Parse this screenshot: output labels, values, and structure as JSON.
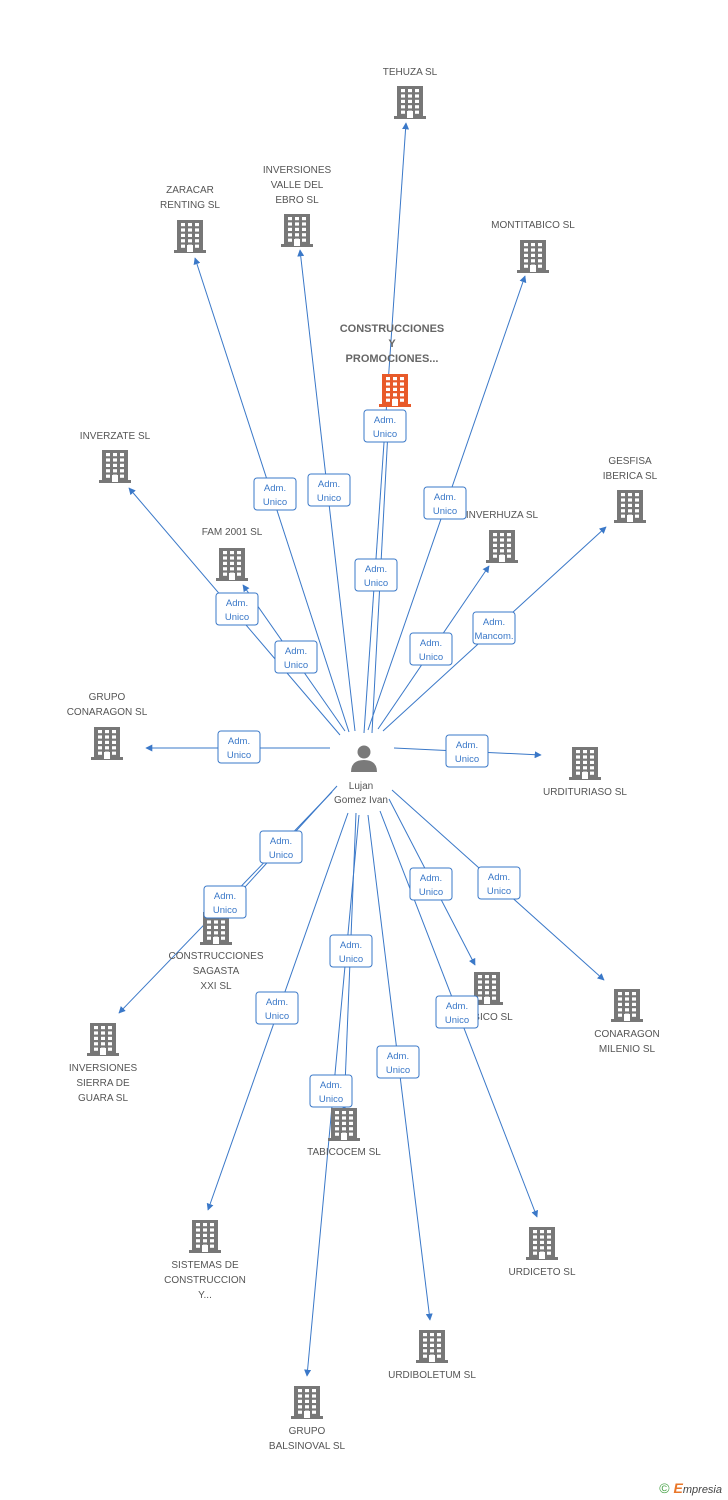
{
  "colors": {
    "edge": "#3a78c8",
    "building": "#777777",
    "focus_building": "#e85a2a",
    "person": "#7a7a7a"
  },
  "center": {
    "name": "Lujan Gomez Ivan",
    "lines": [
      "Lujan",
      "Gomez Ivan"
    ],
    "icon": "person-icon"
  },
  "focus": {
    "lines": [
      "CONSTRUCCIONES",
      "Y",
      "PROMOCIONES..."
    ],
    "role": [
      "Adm.",
      "Unico"
    ]
  },
  "companies": [
    {
      "id": "tehuza",
      "lines": [
        "TEHUZA SL"
      ],
      "role": [
        "Adm.",
        "Unico"
      ]
    },
    {
      "id": "inversiones-valle",
      "lines": [
        "INVERSIONES",
        "VALLE DEL",
        "EBRO SL"
      ],
      "role": [
        "Adm.",
        "Unico"
      ]
    },
    {
      "id": "zaracar",
      "lines": [
        "ZARACAR",
        "RENTING SL"
      ],
      "role": [
        "Adm.",
        "Unico"
      ]
    },
    {
      "id": "montitabico",
      "lines": [
        "MONTITABICO SL"
      ],
      "role": [
        "Adm.",
        "Unico"
      ]
    },
    {
      "id": "inverzate",
      "lines": [
        "INVERZATE SL"
      ],
      "role": [
        "Adm.",
        "Unico"
      ]
    },
    {
      "id": "gesfisa",
      "lines": [
        "GESFISA",
        "IBERICA SL"
      ],
      "role": [
        "Adm.",
        "Mancom."
      ]
    },
    {
      "id": "inverhuza",
      "lines": [
        "INVERHUZA SL"
      ],
      "role": [
        "Adm.",
        "Unico"
      ]
    },
    {
      "id": "fam2001",
      "lines": [
        "FAM 2001 SL"
      ],
      "role": [
        "Adm.",
        "Unico"
      ]
    },
    {
      "id": "conaragon",
      "lines": [
        "GRUPO",
        "CONARAGON SL"
      ],
      "role": [
        "Adm.",
        "Unico"
      ]
    },
    {
      "id": "urdituriaso",
      "lines": [
        "URDITURIASO SL"
      ],
      "role": [
        "Adm.",
        "Unico"
      ]
    },
    {
      "id": "sagasta",
      "lines": [
        "CONSTRUCCIONES",
        "SAGASTA",
        "XXI SL"
      ],
      "role": [
        "Adm.",
        "Unico"
      ]
    },
    {
      "id": "sierra-guara",
      "lines": [
        "INVERSIONES",
        "SIERRA DE",
        "GUARA SL"
      ],
      "role": [
        "Adm.",
        "Unico"
      ]
    },
    {
      "id": "tabico",
      "lines": [
        "TABICO SL"
      ],
      "role": [
        "Adm.",
        "Unico"
      ]
    },
    {
      "id": "conaragon-milenio",
      "lines": [
        "CONARAGON",
        "MILENIO SL"
      ],
      "role": [
        "Adm.",
        "Unico"
      ]
    },
    {
      "id": "tabicocem",
      "lines": [
        "TABICOCEM SL"
      ],
      "role": [
        "Adm.",
        "Unico"
      ]
    },
    {
      "id": "urdiceto",
      "lines": [
        "URDICETO SL"
      ],
      "role": [
        "Adm.",
        "Unico"
      ]
    },
    {
      "id": "sistemas",
      "lines": [
        "SISTEMAS DE",
        "CONSTRUCCION",
        "Y..."
      ],
      "role": [
        "Adm.",
        "Unico"
      ]
    },
    {
      "id": "urdiboletum",
      "lines": [
        "URDIBOLETUM SL"
      ],
      "role": [
        "Adm.",
        "Unico"
      ]
    },
    {
      "id": "balsinoval",
      "lines": [
        "GRUPO",
        "BALSINOVAL SL"
      ],
      "role": [
        "Adm.",
        "Unico"
      ]
    }
  ],
  "footer": {
    "copyright": "©",
    "brand_initial": "E",
    "brand_rest": "mpresia"
  }
}
